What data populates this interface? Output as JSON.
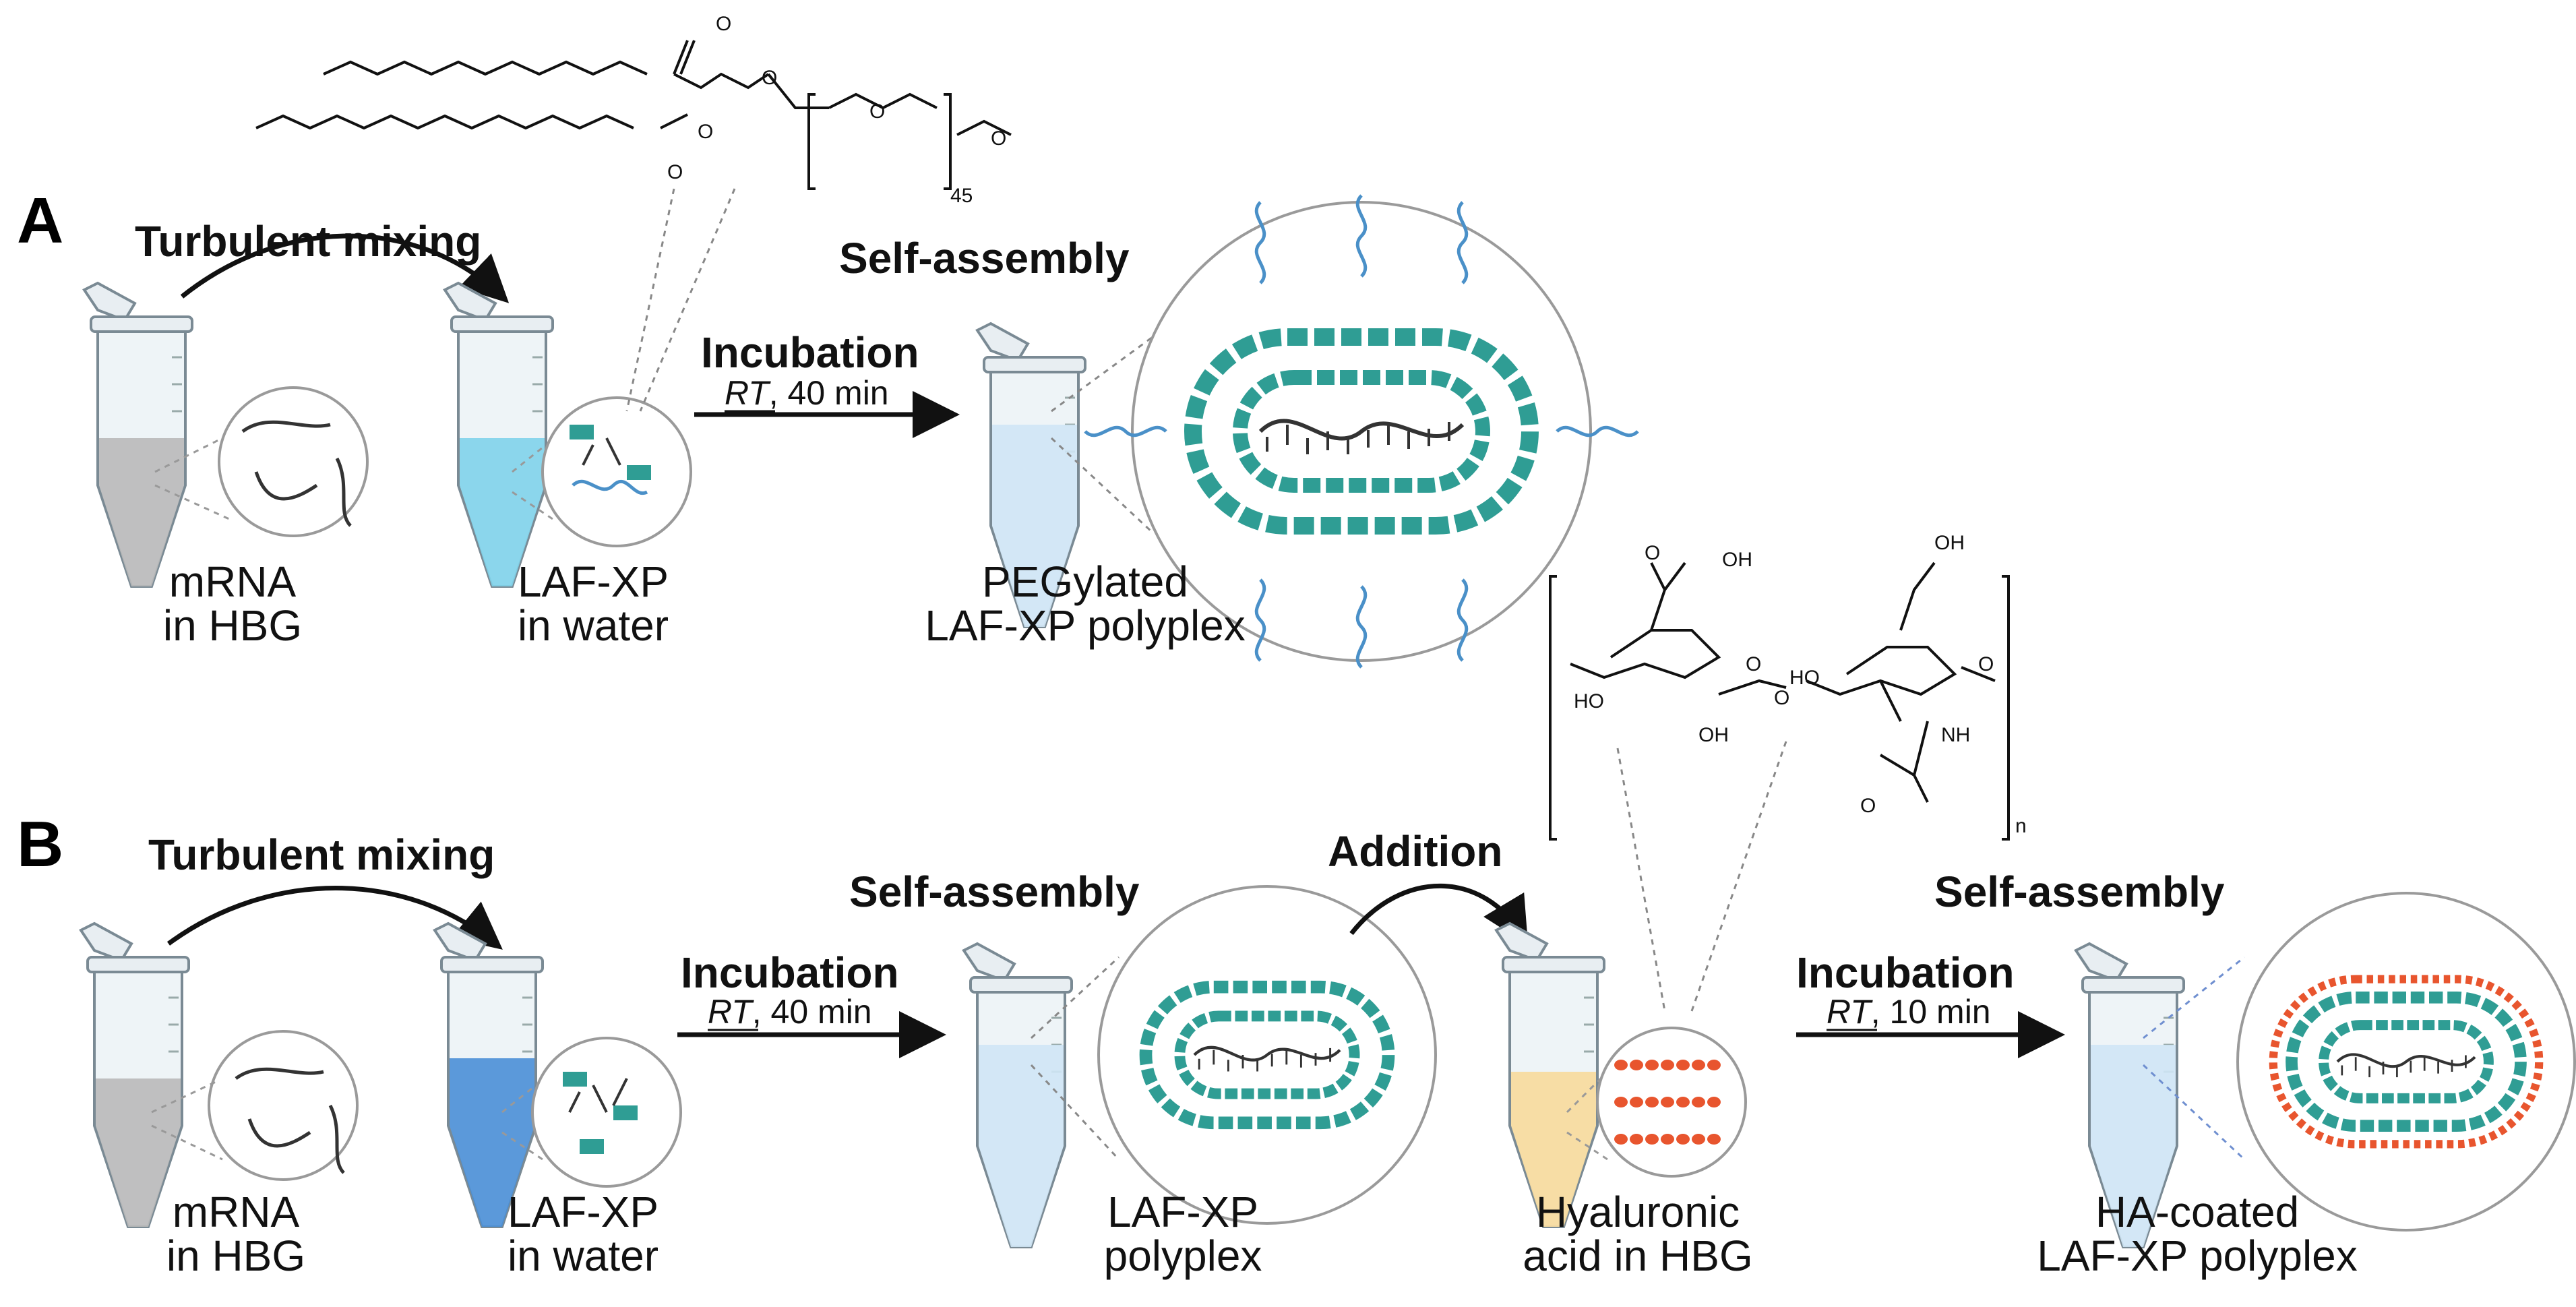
{
  "colors": {
    "teal": "#2f9d94",
    "tealDark": "#1f6f69",
    "peg": "#4a90c8",
    "ha": "#e8552e",
    "mrna_tube": "#b9b9b9",
    "laf_tube_a": "#7fd3ea",
    "laf_tube_b": "#4a8fd6",
    "polyplex_tube": "#cfe6f5",
    "ha_tube": "#f7dba0"
  },
  "panel_a": {
    "letter": "A",
    "mixing": "Turbulent mixing",
    "self_assembly": "Self-assembly",
    "incubation": "Incubation",
    "cond_rt": "RT",
    "cond_time": ", 40 min",
    "tube1_line1": "mRNA",
    "tube1_line2": "in HBG",
    "tube2_line1": "LAF-XP",
    "tube2_line2": "in water",
    "product_line1": "PEGylated",
    "product_line2": "LAF-XP polyplex"
  },
  "panel_b": {
    "letter": "B",
    "mixing": "Turbulent mixing",
    "self_assembly1": "Self-assembly",
    "incubation1": "Incubation",
    "cond1_rt": "RT",
    "cond1_time": ", 40 min",
    "addition": "Addition",
    "self_assembly2": "Self-assembly",
    "incubation2": "Incubation",
    "cond2_rt": "RT",
    "cond2_time": ", 10 min",
    "tube1_line1": "mRNA",
    "tube1_line2": "in HBG",
    "tube2_line1": "LAF-XP",
    "tube2_line2": "in water",
    "polyplex_line1": "LAF-XP",
    "polyplex_line2": "polyplex",
    "ha_line1": "Hyaluronic",
    "ha_line2": "acid in HBG",
    "product_line1": "HA-coated",
    "product_line2": "LAF-XP polyplex"
  },
  "chem_peg": {
    "o1": "O",
    "o2": "O",
    "o3": "O",
    "o4": "O",
    "o5": "O",
    "o6": "O",
    "repeat": "45"
  },
  "chem_ha": {
    "oh1": "OH",
    "oh2": "OH",
    "oh3": "OH",
    "ho1": "HO",
    "ho2": "HO",
    "o_ring1": "O",
    "o_ring2": "O",
    "o_link": "O",
    "o_acid": "O",
    "o_amide": "O",
    "nh": "NH",
    "n": "n"
  }
}
